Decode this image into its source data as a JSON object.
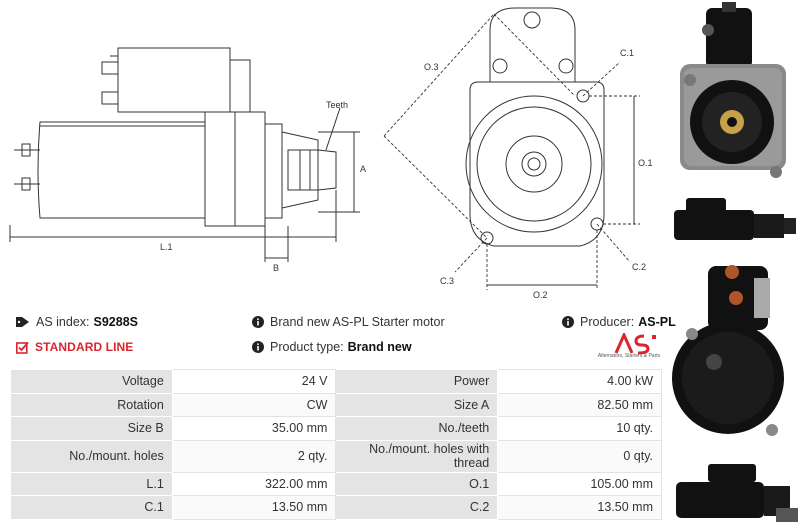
{
  "drawing": {
    "labels": {
      "teeth": "Teeth",
      "a": "A",
      "b": "B",
      "l1": "L.1",
      "o1": "O.1",
      "o2": "O.2",
      "o3": "O.3",
      "c1": "C.1",
      "c2": "C.2",
      "c3": "C.3"
    }
  },
  "info": {
    "as_index_label": "AS index:",
    "as_index_value": "S9288S",
    "standard_line": "STANDARD LINE",
    "description": "Brand new AS-PL Starter motor",
    "product_type_label": "Product type:",
    "product_type_value": "Brand new",
    "producer_label": "Producer:",
    "producer_value": "AS-PL"
  },
  "logo": {
    "mark": "AS",
    "tagline": "Alternators, Starters & Parts"
  },
  "specs": [
    {
      "k1": "Voltage",
      "v1": "24 V",
      "k2": "Power",
      "v2": "4.00 kW",
      "tall": false
    },
    {
      "k1": "Rotation",
      "v1": "CW",
      "k2": "Size A",
      "v2": "82.50 mm",
      "tall": false
    },
    {
      "k1": "Size B",
      "v1": "35.00 mm",
      "k2": "No./teeth",
      "v2": "10 qty.",
      "tall": false
    },
    {
      "k1": "No./mount. holes",
      "v1": "2 qty.",
      "k2": "No./mount. holes with thread",
      "v2": "0 qty.",
      "tall": true
    },
    {
      "k1": "L.1",
      "v1": "322.00 mm",
      "k2": "O.1",
      "v2": "105.00 mm",
      "tall": false
    },
    {
      "k1": "C.1",
      "v1": "13.50 mm",
      "k2": "C.2",
      "v2": "13.50 mm",
      "tall": false
    }
  ],
  "colors": {
    "accent_red": "#d9262c",
    "table_key_bg": "#e4e4e4",
    "product_black": "#111111"
  },
  "icons": [
    "tag-icon",
    "checkbox-icon",
    "info-icon"
  ]
}
